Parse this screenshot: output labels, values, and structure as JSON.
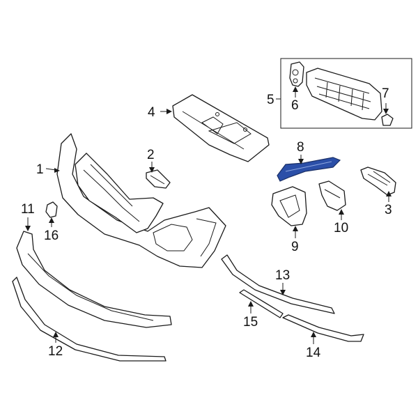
{
  "diagram": {
    "background": "#ffffff",
    "line_color": "#1a1a1a",
    "highlight_color": "#2b4fa8",
    "highlighted_part": "8",
    "callouts": [
      "1",
      "2",
      "3",
      "4",
      "5",
      "6",
      "7",
      "8",
      "9",
      "10",
      "11",
      "12",
      "13",
      "14",
      "15",
      "16"
    ]
  }
}
